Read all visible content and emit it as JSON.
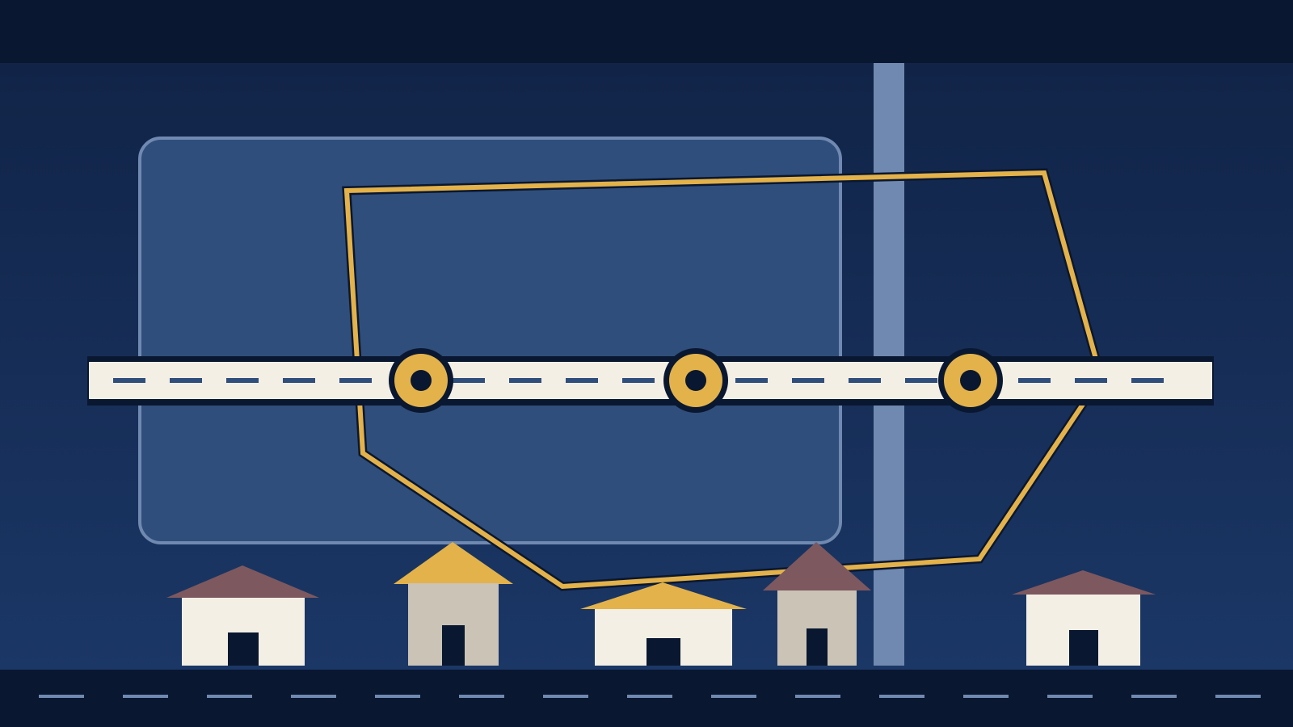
{
  "palette": {
    "top_band": "#0a1730",
    "sky_top": "#112448",
    "sky_bottom": "#1b3766",
    "panel_fill": "#2f4e7b",
    "panel_border": "#7089b0",
    "route_line": "#e3b24a",
    "outline": "#0a1730",
    "road_light": "#f4efe5",
    "road_dash": "#2f4e7b",
    "pole": "#7089b0",
    "ground": "#0a1730",
    "ground_dash": "#7089b0",
    "house_cream": "#f4efe5",
    "house_grey": "#cbc3b6",
    "roof_mauve": "#7d585f",
    "roof_gold": "#e3b24a",
    "door": "#0a1730",
    "stop_fill": "#e3b24a"
  },
  "stops": [
    {
      "name": "stop-marker-1",
      "icon": "circle-stop-icon"
    },
    {
      "name": "stop-marker-2",
      "icon": "circle-stop-icon"
    },
    {
      "name": "stop-marker-3",
      "icon": "circle-stop-icon"
    }
  ],
  "houses": [
    {
      "name": "house-1",
      "body": "house_cream",
      "roof": "roof_mauve",
      "icon": "house-icon"
    },
    {
      "name": "house-2",
      "body": "house_grey",
      "roof": "roof_gold",
      "icon": "house-icon"
    },
    {
      "name": "house-3",
      "body": "house_cream",
      "roof": "roof_gold",
      "icon": "house-icon"
    },
    {
      "name": "house-4",
      "body": "house_grey",
      "roof": "roof_mauve",
      "icon": "house-icon"
    },
    {
      "name": "house-5",
      "body": "house_cream",
      "roof": "roof_mauve",
      "icon": "house-icon"
    }
  ]
}
